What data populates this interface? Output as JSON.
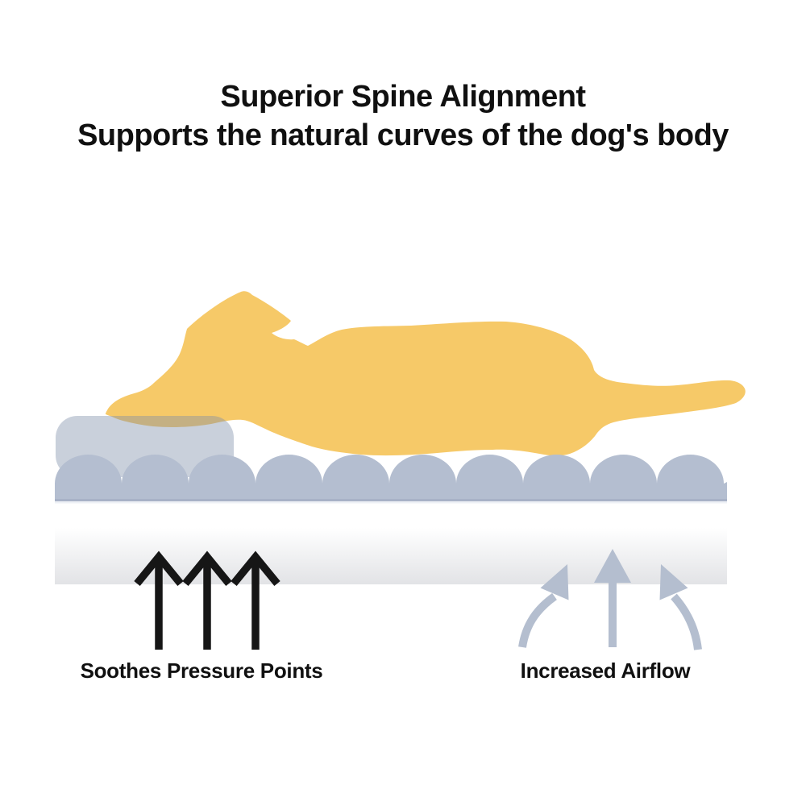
{
  "title": {
    "line1": "Superior Spine Alignment",
    "line2": "Supports the natural curves of the dog's body"
  },
  "labels": {
    "pressure": "Soothes Pressure Points",
    "airflow": "Increased Airflow"
  },
  "colors": {
    "dog": "#F6C968",
    "mattress": "#B4BED0",
    "mattress_edge_dark": "#A8B2C7",
    "mattress_edge_light": "#EEF1F6",
    "pillow": "rgba(127,142,170,0.42)",
    "airflow_arrow": "#B4BECF",
    "pressure_arrow": "#161616",
    "shadow_top": "#FFFFFF",
    "shadow_bottom": "#E2E3E6",
    "text": "#101010"
  }
}
